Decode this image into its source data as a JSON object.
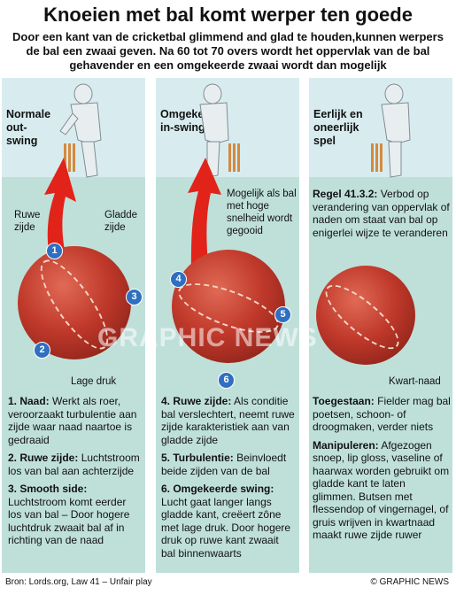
{
  "title": "Knoeien met bal komt werper ten goede",
  "intro": "Door een kant van de cricketbal glimmend and glad te houden,kunnen werpers de bal een zwaai geven. Na 60 tot 70 overs wordt het oppervlak van de bal gehavender en een omgekeerde zwaai wordt dan mogelijk",
  "panels": {
    "p1": {
      "title": "Normale out-swing",
      "label_rough": "Ruwe zijde",
      "label_smooth": "Gladde zijde",
      "label_low": "Lage druk",
      "badges": [
        "1",
        "2",
        "3"
      ],
      "items": [
        {
          "head": "1. Naad:",
          "body": "Werkt als roer, veroorzaakt turbulentie aan zijde waar naad naartoe is gedraaid"
        },
        {
          "head": "2. Ruwe zijde:",
          "body": "Luchtstroom los van bal aan achterzijde"
        },
        {
          "head": "3. Smooth side:",
          "body": "Luchtstroom komt eerder los van bal – Door hogere luchtdruk zwaait bal af in richting van de naad"
        }
      ]
    },
    "p2": {
      "title": "Omgekeerde in-swing",
      "note": "Mogelijk als bal met hoge snelheid wordt gegooid",
      "badges": [
        "4",
        "5",
        "6"
      ],
      "items": [
        {
          "head": "4. Ruwe zijde:",
          "body": "Als conditie bal verslechtert, neemt ruwe zijde karakteristiek aan van gladde zijde"
        },
        {
          "head": "5. Turbulentie:",
          "body": "Beinvloedt beide zijden van de bal"
        },
        {
          "head": "6. Omgekeerde swing:",
          "body": "Lucht gaat langer langs gladde kant, creëert zône met lage druk. Door hogere druk op ruwe kant zwaait bal binnenwaarts"
        }
      ]
    },
    "p3": {
      "title": "Eerlijk en oneerlijk spel",
      "rule_head": "Regel 41.3.2:",
      "rule_body": "Verbod op verandering van oppervlak of naden om staat van bal op enigerlei wijze te veranderen",
      "label_seam": "Kwart-naad",
      "items": [
        {
          "head": "Toegestaan:",
          "body": "Fielder mag bal poetsen, schoon- of droogmaken, verder niets"
        },
        {
          "head": "Manipuleren:",
          "body": "Afgezogen snoep, lip gloss, vaseline of haarwax worden gebruikt om gladde kant te laten glimmen. Butsen met flessendop of vingernagel, of gruis wrijven in kwartnaad maakt ruwe zijde ruwer"
        }
      ]
    }
  },
  "watermark": "GRAPHIC NEWS",
  "source": "Bron: Lords.org, Law 41 – Unfair play",
  "credit": "© GRAPHIC NEWS",
  "colors": {
    "badge": "#2f6fc1",
    "arrow": "#e2231a",
    "ball": "#c0392b",
    "panel": "#bfe0d9"
  }
}
